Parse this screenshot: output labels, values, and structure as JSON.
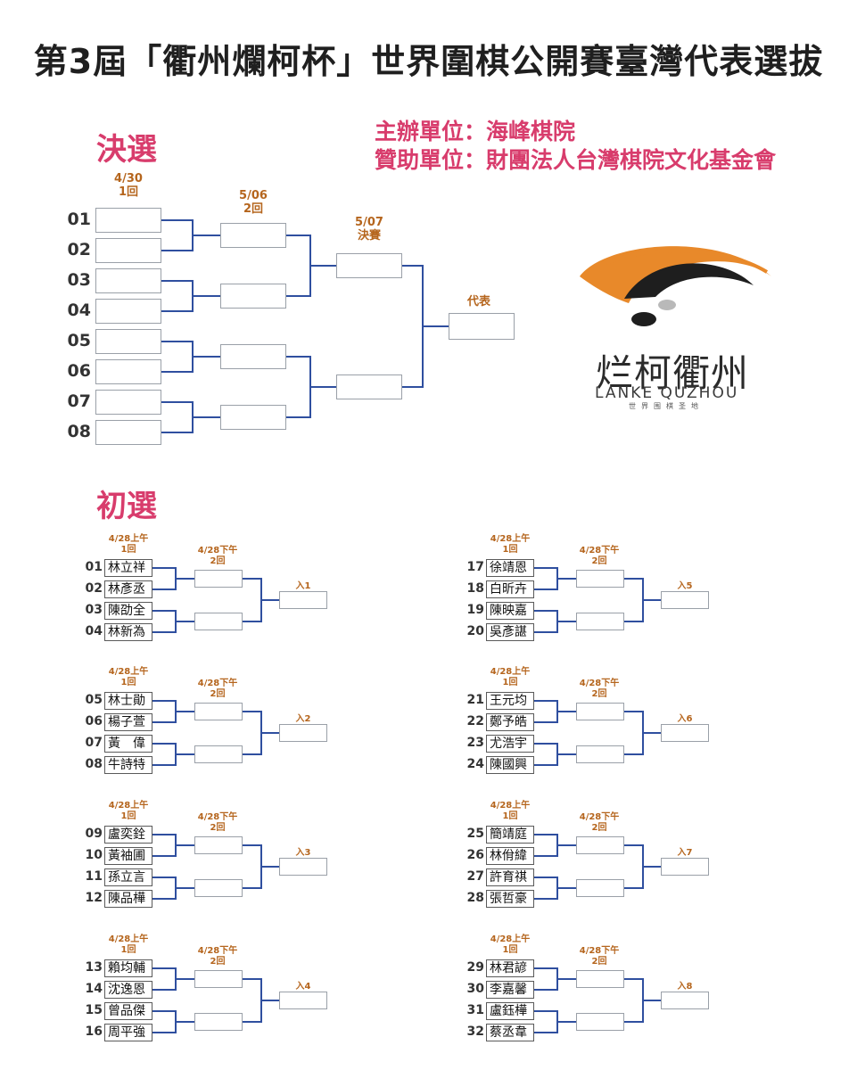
{
  "title": "第3屆「衢州爛柯杯」世界圍棋公開賽臺灣代表選拔",
  "organizer": "主辦單位：海峰棋院",
  "sponsor": "贊助單位：財團法人台灣棋院文化基金會",
  "finals": {
    "heading": "決選",
    "seeds": [
      "01",
      "02",
      "03",
      "04",
      "05",
      "06",
      "07",
      "08"
    ],
    "round1_date": "4/30\n1回",
    "round2_date": "5/06\n2回",
    "final_date": "5/07\n決賽",
    "winner_label": "代表"
  },
  "prelims": {
    "heading": "初選",
    "groups": [
      {
        "r1": "4/28上午\n1回",
        "r2": "4/28下午\n2回",
        "adv": "入1",
        "players": [
          {
            "seed": "01",
            "name": "林立祥"
          },
          {
            "seed": "02",
            "name": "林彥丞"
          },
          {
            "seed": "03",
            "name": "陳劭全"
          },
          {
            "seed": "04",
            "name": "林新為"
          }
        ]
      },
      {
        "r1": "4/28上午\n1回",
        "r2": "4/28下午\n2回",
        "adv": "入2",
        "players": [
          {
            "seed": "05",
            "name": "林士勛"
          },
          {
            "seed": "06",
            "name": "楊子萱"
          },
          {
            "seed": "07",
            "name": "黃　偉"
          },
          {
            "seed": "08",
            "name": "牛詩特"
          }
        ]
      },
      {
        "r1": "4/28上午\n1回",
        "r2": "4/28下午\n2回",
        "adv": "入3",
        "players": [
          {
            "seed": "09",
            "name": "盧奕銓"
          },
          {
            "seed": "10",
            "name": "黃袖圃"
          },
          {
            "seed": "11",
            "name": "孫立言"
          },
          {
            "seed": "12",
            "name": "陳品樺"
          }
        ]
      },
      {
        "r1": "4/28上午\n1回",
        "r2": "4/28下午\n2回",
        "adv": "入4",
        "players": [
          {
            "seed": "13",
            "name": "賴均輔"
          },
          {
            "seed": "14",
            "name": "沈逸恩"
          },
          {
            "seed": "15",
            "name": "曾品傑"
          },
          {
            "seed": "16",
            "name": "周平強"
          }
        ]
      },
      {
        "r1": "4/28上午\n1回",
        "r2": "4/28下午\n2回",
        "adv": "入5",
        "players": [
          {
            "seed": "17",
            "name": "徐靖恩"
          },
          {
            "seed": "18",
            "name": "白昕卉"
          },
          {
            "seed": "19",
            "name": "陳映嘉"
          },
          {
            "seed": "20",
            "name": "吳彥諶"
          }
        ]
      },
      {
        "r1": "4/28上午\n1回",
        "r2": "4/28下午\n2回",
        "adv": "入6",
        "players": [
          {
            "seed": "21",
            "name": "王元均"
          },
          {
            "seed": "22",
            "name": "鄭予皓"
          },
          {
            "seed": "23",
            "name": "尤浩宇"
          },
          {
            "seed": "24",
            "name": "陳國興"
          }
        ]
      },
      {
        "r1": "4/28上午\n1回",
        "r2": "4/28下午\n2回",
        "adv": "入7",
        "players": [
          {
            "seed": "25",
            "name": "簡靖庭"
          },
          {
            "seed": "26",
            "name": "林佾緯"
          },
          {
            "seed": "27",
            "name": "許育祺"
          },
          {
            "seed": "28",
            "name": "張哲豪"
          }
        ]
      },
      {
        "r1": "4/28上午\n1回",
        "r2": "4/28下午\n2回",
        "adv": "入8",
        "players": [
          {
            "seed": "29",
            "name": "林君諺"
          },
          {
            "seed": "30",
            "name": "李嘉馨"
          },
          {
            "seed": "31",
            "name": "盧鈺樺"
          },
          {
            "seed": "32",
            "name": "蔡丞韋"
          }
        ]
      }
    ]
  },
  "logo": {
    "cn": "烂柯衢州",
    "en": "LANKE QUZHOU",
    "sub": "世界围棋圣地"
  },
  "colors": {
    "accent": "#d83c6c",
    "line": "#2f4f9f",
    "date": "#b5651d",
    "logo_orange": "#e8892a"
  }
}
